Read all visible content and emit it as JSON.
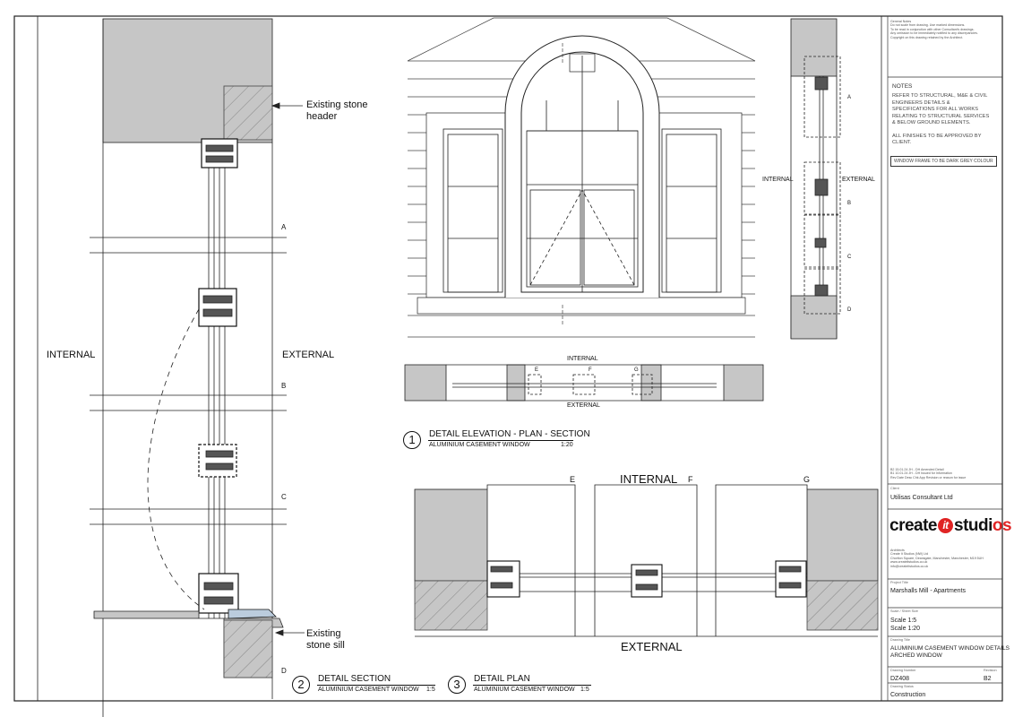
{
  "labels": {
    "internal": "INTERNAL",
    "external": "EXTERNAL",
    "existing_stone_header": [
      "Existing stone",
      "header"
    ],
    "existing_stone_sill": [
      "Existing",
      "stone sill"
    ],
    "markers": [
      "A",
      "B",
      "C",
      "D",
      "E",
      "F",
      "G"
    ]
  },
  "details": [
    {
      "number": "1",
      "title": "DETAIL ELEVATION - PLAN - SECTION",
      "subtitle": "ALUMINIUM CASEMENT WINDOW",
      "scale": "1:20"
    },
    {
      "number": "2",
      "title": "DETAIL SECTION",
      "subtitle": "ALUMINIUM CASEMENT WINDOW",
      "scale": "1:5"
    },
    {
      "number": "3",
      "title": "DETAIL PLAN",
      "subtitle": "ALUMINIUM CASEMENT WINDOW",
      "scale": "1:5"
    }
  ],
  "title_block": {
    "general_notes": [
      "General Notes",
      "Do not scale from drawing. Use marked dimensions.",
      "To be read in conjunction with other Consultant's drawings.",
      "Any omission to be immediately notified to any discrepancies.",
      "Copyright on this drawing retained by the Architect."
    ],
    "notes_heading": "NOTES",
    "notes": [
      "REFER TO STRUCTURAL, M&E & CIVIL",
      "ENGINEERS DETAILS &",
      "SPECIFICATIONS FOR ALL WORKS",
      "RELATING TO STRUCTURAL SERVICES",
      "& BELOW GROUND ELEMENTS.",
      "",
      "ALL FINISHES TO BE APPROVED BY",
      "CLIENT."
    ],
    "window_colour_note": "WINDOW FRAME TO BE DARK GREY COLOUR",
    "revisions": [
      "B2   15.01.24   JH   -   DH   Amended Detail",
      "B1   10.01.24   JH   -   DH   Issued for Information",
      "Rev   Date   Desc   Chk   App   Revision or reason for issue"
    ],
    "client_label": "Client",
    "client": "Utilisas Consultant Ltd",
    "logo": {
      "pre": "create",
      "mid": "it",
      "post1": "studi",
      "post2": "os"
    },
    "architect_label": "Architects",
    "architect_lines": [
      "Create It Studios (NW) Ltd",
      "Chorlton Square, Deansgate, Manchester, Manchester, M19 5UH",
      "www.createitstudios.co.uk",
      "info@createitstudios.co.uk"
    ],
    "project_label": "Project Title",
    "project": "Marshalls Mill - Apartments",
    "scale_label": "Scale / Sheet Size",
    "scales": [
      "Scale 1:5",
      "Scale 1:20"
    ],
    "drawing_title_label": "Drawing Title",
    "drawing_title": [
      "ALUMINIUM CASEMENT WINDOW DETAILS",
      "ARCHED WINDOW"
    ],
    "drawing_number_label": "Drawing Number",
    "drawing_number": "DZ408",
    "revision_label": "Revision",
    "revision": "B2",
    "status_label": "Drawing Status",
    "status": "Construction"
  },
  "colors": {
    "line": "#1a1a1a",
    "fill": "#c6c6c6",
    "accent": "#e02424"
  }
}
